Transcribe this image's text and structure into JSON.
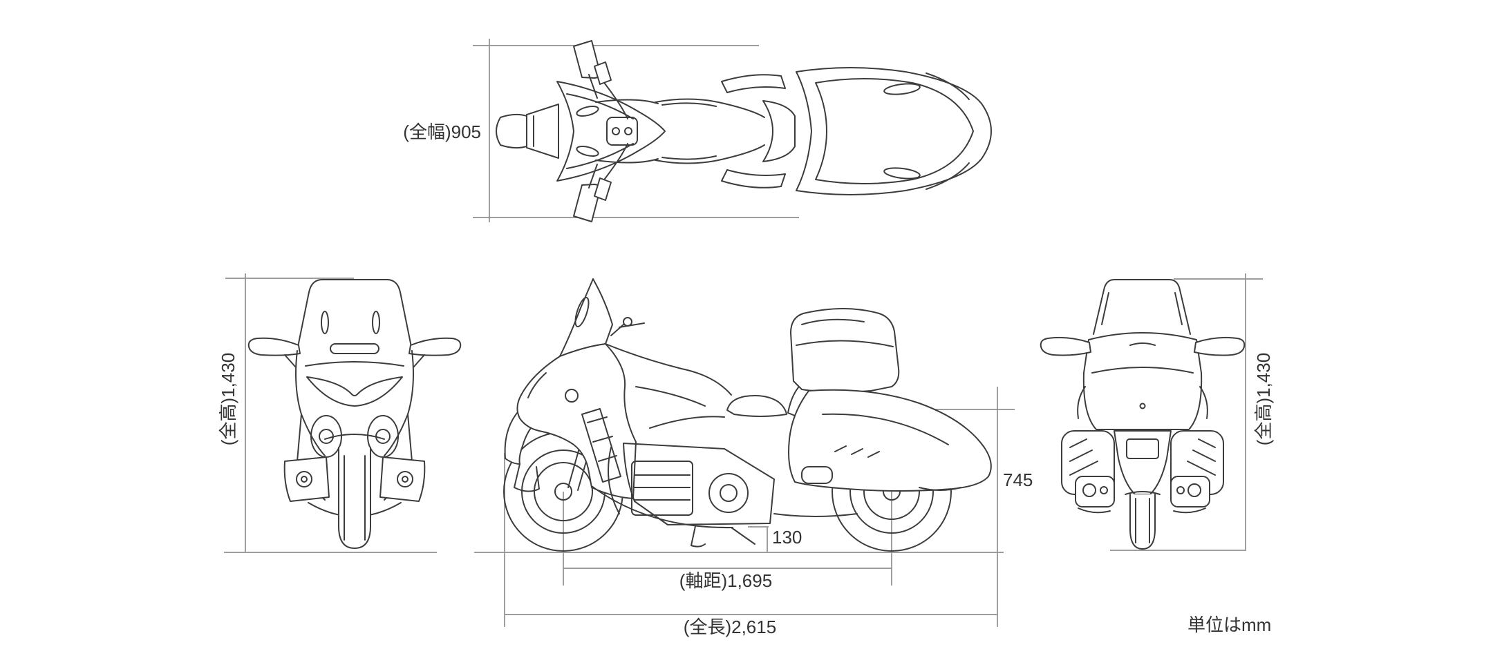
{
  "diagram": {
    "type": "motorcycle-dimension-drawing",
    "unit_note": "単位はmm",
    "labels": {
      "overall_width": "(全幅)905",
      "overall_height_left": "(全高)1,430",
      "overall_height_right": "(全高)1,430",
      "seat_height": "745",
      "ground_clearance": "130",
      "wheelbase": "(軸距)1,695",
      "overall_length": "(全長)2,615"
    },
    "values_mm": {
      "overall_width": 905,
      "overall_height": 1430,
      "seat_height": 745,
      "ground_clearance": 130,
      "wheelbase": 1695,
      "overall_length": 2615
    },
    "views": [
      "top",
      "front",
      "side",
      "rear"
    ],
    "colors": {
      "line_art": "#3c3c3c",
      "dimension_lines": "#8f8f8f",
      "text": "#333333",
      "background": "#ffffff"
    }
  }
}
